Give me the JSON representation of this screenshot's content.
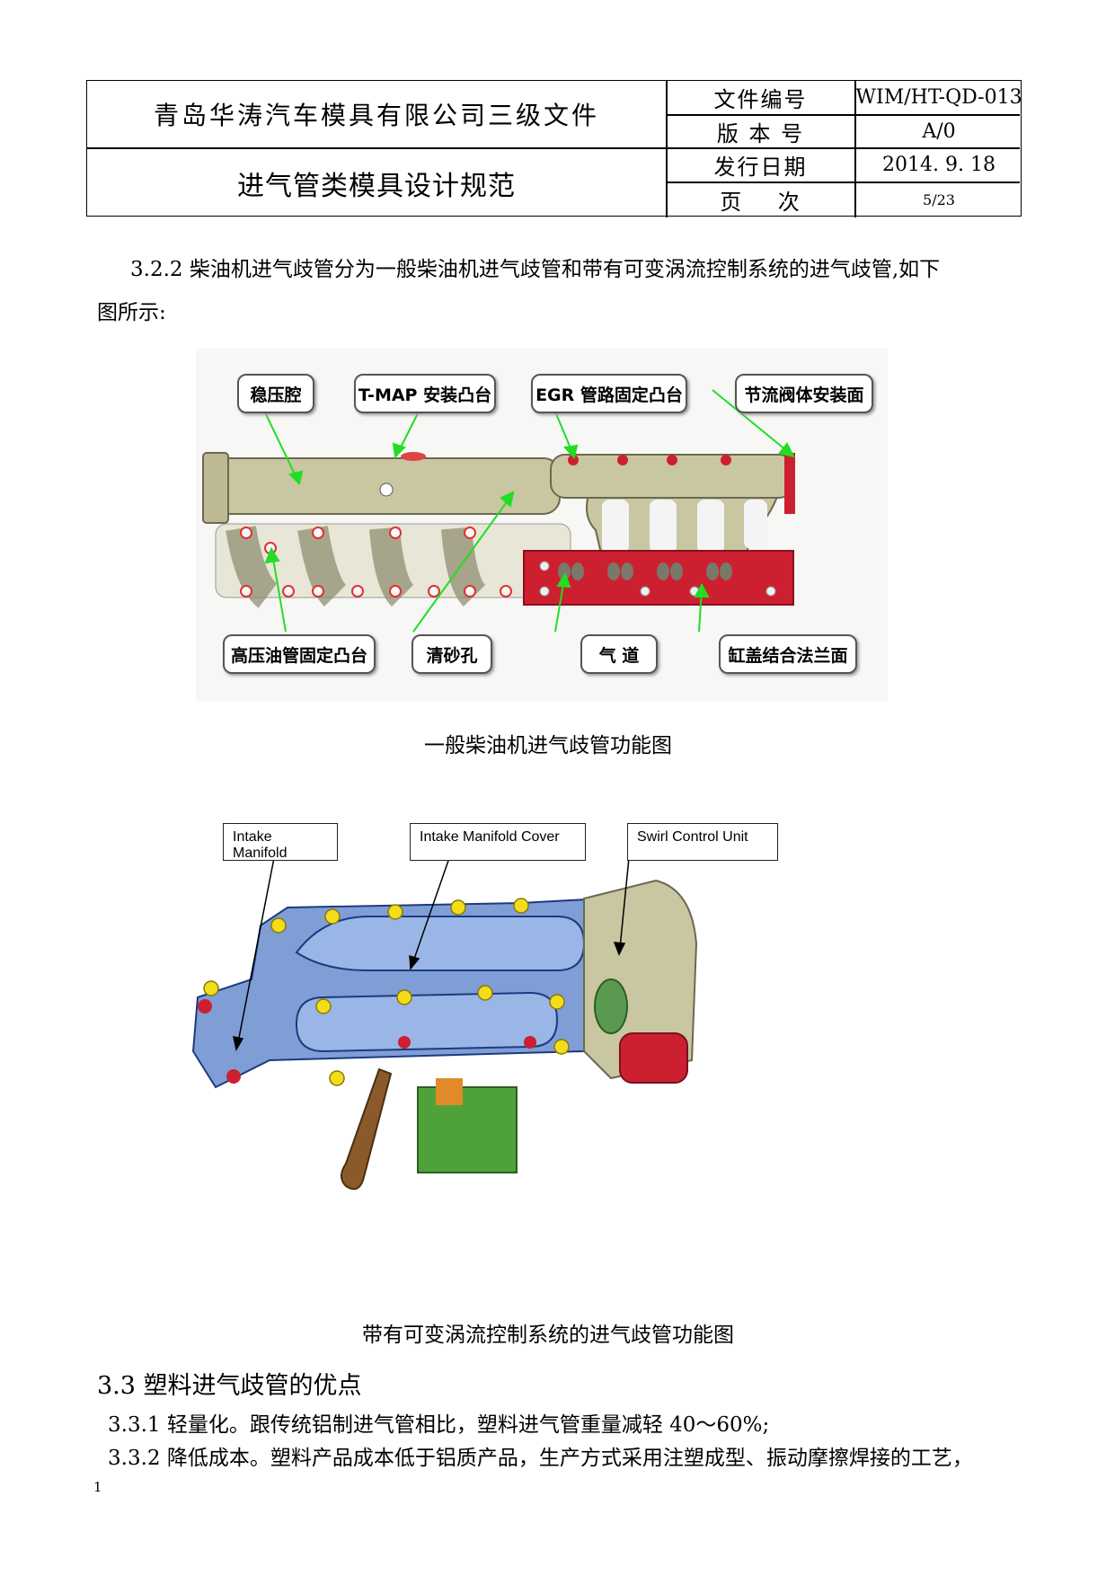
{
  "header": {
    "company": "青岛华涛汽车模具有限公司三级文件",
    "title": "进气管类模具设计规范",
    "rows": [
      {
        "label": "文件编号",
        "value": "WIM/HT-QD-013"
      },
      {
        "label": "版 本 号",
        "value": "A/0"
      },
      {
        "label": "发行日期",
        "value": "2014. 9. 18"
      },
      {
        "label": "页    次",
        "value": "5/23"
      }
    ]
  },
  "body": {
    "para_3_2_2_line1": "3.2.2 柴油机进气歧管分为一般柴油机进气歧管和带有可变涡流控制系统的进气歧管,如下",
    "para_3_2_2_line2": "图所示:",
    "figure1": {
      "labels": [
        "稳压腔",
        "T-MAP 安装凸台",
        "EGR 管路固定凸台",
        "节流阀体安装面",
        "高压油管固定凸台",
        "清砂孔",
        "气 道",
        "缸盖结合法兰面"
      ],
      "caption": "一般柴油机进气歧管功能图"
    },
    "figure2": {
      "labels": [
        "Intake Manifold",
        "Intake Manifold Cover",
        "Swirl Control Unit"
      ],
      "caption": "带有可变涡流控制系统的进气歧管功能图"
    },
    "heading_3_3": "3.3 塑料进气歧管的优点",
    "item_3_3_1": "3.3.1 轻量化。跟传统铝制进气管相比，塑料进气管重量减轻 40～60%;",
    "item_3_3_2": "3.3.2 降低成本。塑料产品成本低于铝质产品，生产方式采用注塑成型、振动摩擦焊接的工艺，"
  },
  "footer": {
    "page_number": "1"
  },
  "colors": {
    "manifold_beige": "#c9c6a2",
    "flange_red": "#cc2030",
    "arrow_green": "#22dd22",
    "blue_part": "#7f9ed6",
    "bolt_yellow": "#f2dc1c"
  }
}
